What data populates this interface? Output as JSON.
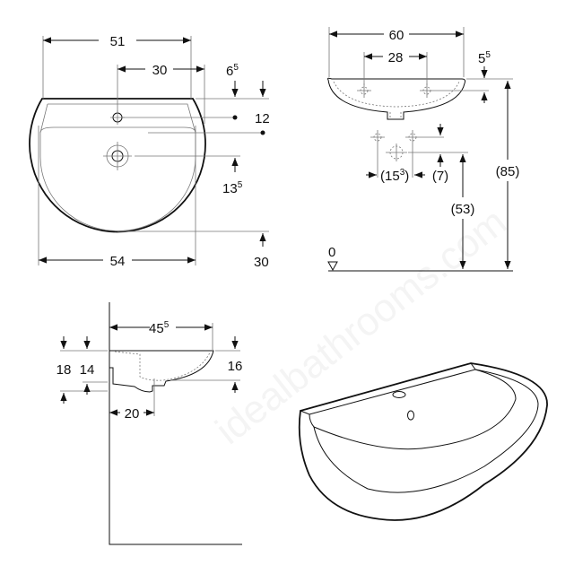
{
  "watermark": "idealbathrooms.com",
  "front_view": {
    "width_top": "51",
    "tap_offset": "30",
    "rim_depth": {
      "main": "6",
      "sup": "5"
    },
    "tap_hole": "12",
    "drain": {
      "main": "13",
      "sup": "5"
    },
    "bottom": "30",
    "width_bottom": "54"
  },
  "elevation_view": {
    "overall_width": "60",
    "tap_spacing": "28",
    "rim_to_tap": {
      "main": "5",
      "sup": "5"
    },
    "supply_spacing": {
      "main": "(15",
      "sup": "3",
      "tail": ")"
    },
    "supply_offset": "(7)",
    "waste_height": "(53)",
    "rim_height": "(85)",
    "floor_level": "0"
  },
  "side_view": {
    "projection": {
      "main": "45",
      "sup": "5"
    },
    "height_18": "18",
    "height_14": "14",
    "height_16": "16",
    "waste_offset": "20"
  }
}
